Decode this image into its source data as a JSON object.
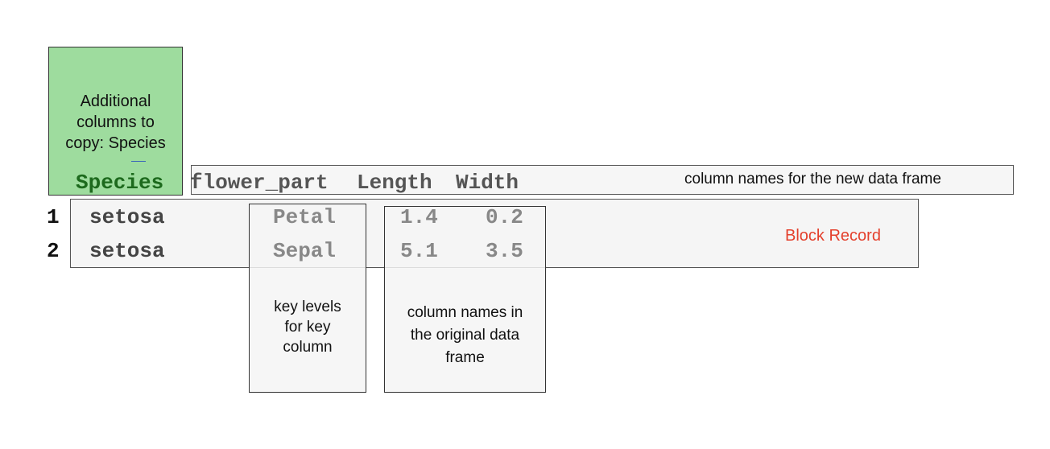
{
  "annotations": {
    "additional_columns": "Additional\ncolumns to\ncopy: Species",
    "new_column_names": "column names for the new data frame",
    "block_record": "Block Record",
    "key_levels": "key levels\n  for  key\n    column",
    "original_column_names": "column names in\nthe original data\nframe"
  },
  "header": {
    "species": "Species",
    "flower_part": "flower_part",
    "length": "Length",
    "width": "Width"
  },
  "rows": [
    {
      "index": "1",
      "species": "setosa",
      "flower_part": "Petal",
      "length": "1.4",
      "width": "0.2"
    },
    {
      "index": "2",
      "species": "setosa",
      "flower_part": "Sepal",
      "length": "5.1",
      "width": "3.5"
    }
  ],
  "colors": {
    "green_box": "#9edc9e",
    "species_header": "#1d6a1d",
    "block_record_label": "#e4402c"
  }
}
